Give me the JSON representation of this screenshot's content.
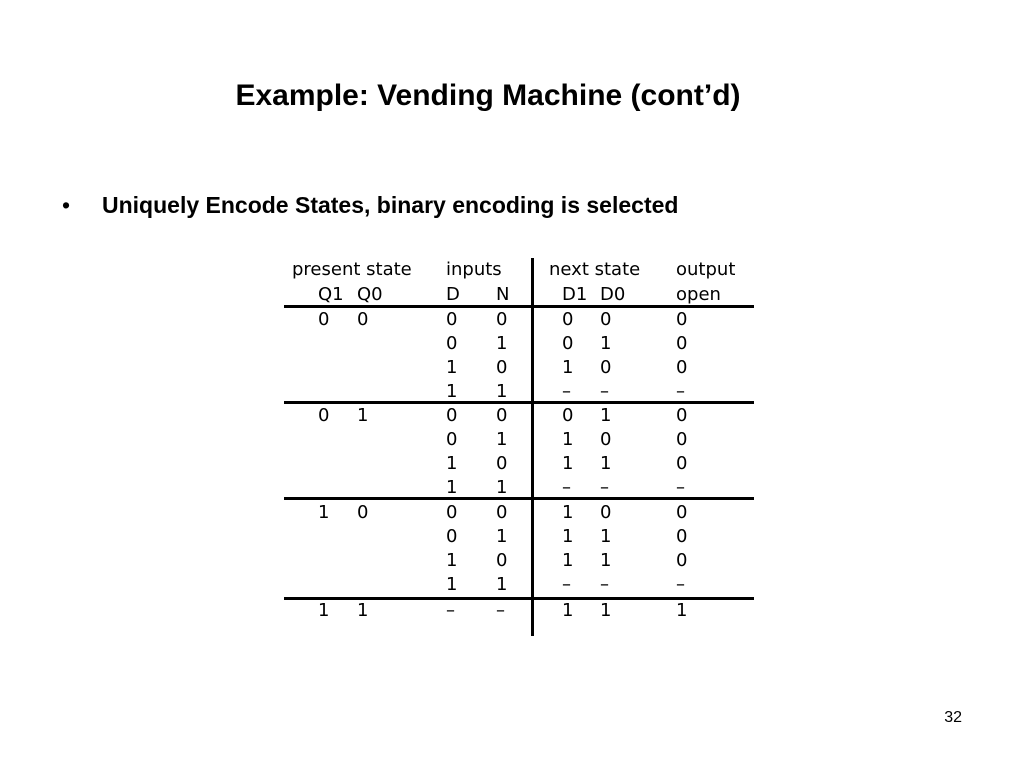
{
  "slide": {
    "title": "Example: Vending Machine (cont’d)",
    "bullet_marker": "•",
    "bullet": "Uniquely Encode States, binary encoding is selected",
    "page_number": "32"
  },
  "table": {
    "headers": {
      "present_state": "present state",
      "inputs": "inputs",
      "next_state": "next state",
      "output": "output"
    },
    "subheaders": {
      "q1": "Q1",
      "q0": "Q0",
      "d": "D",
      "n": "N",
      "d1": "D1",
      "d0": "D0",
      "open": "open"
    },
    "rows": [
      {
        "q1": "0",
        "q0": "0",
        "d": "0",
        "n": "0",
        "d1": "0",
        "d0": "0",
        "open": "0"
      },
      {
        "q1": "",
        "q0": "",
        "d": "0",
        "n": "1",
        "d1": "0",
        "d0": "1",
        "open": "0"
      },
      {
        "q1": "",
        "q0": "",
        "d": "1",
        "n": "0",
        "d1": "1",
        "d0": "0",
        "open": "0"
      },
      {
        "q1": "",
        "q0": "",
        "d": "1",
        "n": "1",
        "d1": "–",
        "d0": "–",
        "open": "–"
      },
      {
        "q1": "0",
        "q0": "1",
        "d": "0",
        "n": "0",
        "d1": "0",
        "d0": "1",
        "open": "0"
      },
      {
        "q1": "",
        "q0": "",
        "d": "0",
        "n": "1",
        "d1": "1",
        "d0": "0",
        "open": "0"
      },
      {
        "q1": "",
        "q0": "",
        "d": "1",
        "n": "0",
        "d1": "1",
        "d0": "1",
        "open": "0"
      },
      {
        "q1": "",
        "q0": "",
        "d": "1",
        "n": "1",
        "d1": "–",
        "d0": "–",
        "open": "–"
      },
      {
        "q1": "1",
        "q0": "0",
        "d": "0",
        "n": "0",
        "d1": "1",
        "d0": "0",
        "open": "0"
      },
      {
        "q1": "",
        "q0": "",
        "d": "0",
        "n": "1",
        "d1": "1",
        "d0": "1",
        "open": "0"
      },
      {
        "q1": "",
        "q0": "",
        "d": "1",
        "n": "0",
        "d1": "1",
        "d0": "1",
        "open": "0"
      },
      {
        "q1": "",
        "q0": "",
        "d": "1",
        "n": "1",
        "d1": "–",
        "d0": "–",
        "open": "–"
      },
      {
        "q1": "1",
        "q0": "1",
        "d": "–",
        "n": "–",
        "d1": "1",
        "d0": "1",
        "open": "1"
      }
    ]
  }
}
